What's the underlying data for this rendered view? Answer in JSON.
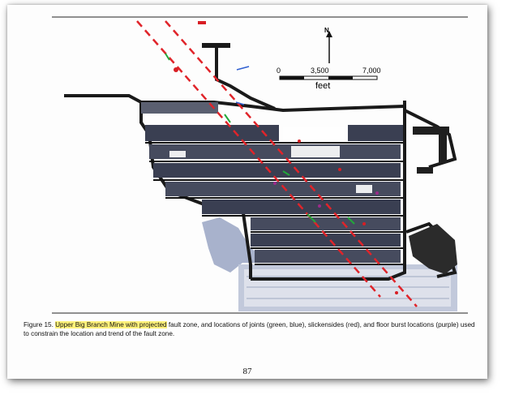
{
  "map": {
    "north_label": "N",
    "scale_ticks": [
      "0",
      "3,500",
      "7,000"
    ],
    "scale_unit": "feet",
    "colors": {
      "mine_outline": "#1a1a1a",
      "panel_fill": "#3a3f52",
      "fault_zone": "#e0242a",
      "joints_green": "#22a83a",
      "joints_blue": "#2f5fd0",
      "floor_burst_purple": "#9c2a8a",
      "old_workings": "#9aa6c4"
    }
  },
  "caption": {
    "prefix": "Figure 15. ",
    "highlight": "Upper Big Branch Mine with projected",
    "rest": " fault zone, and locations of joints (green, blue), slickensides (red), and floor burst locations (purple) used to constrain the location and trend of the fault zone."
  },
  "page_number": "87"
}
